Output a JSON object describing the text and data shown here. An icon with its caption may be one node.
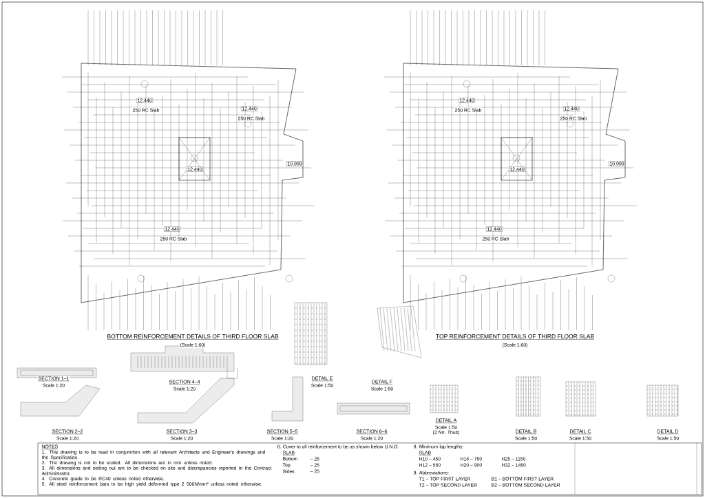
{
  "diagram": {
    "labels": [
      "12.440",
      "250 RC Slab",
      "12.440",
      "250 RC Slab",
      "12.440",
      "10.999",
      "12.440",
      "250 RC Slab",
      "12.440",
      "250 RC Slab",
      "12.440",
      "250 RC Slab",
      "12.440",
      "10.999",
      "12.440",
      "250 RC Slab",
      "BOTTOM REINFORCEMENT DETAILS OF THIRD FLOOR SLAB",
      "(Scale 1:60)",
      "TOP REINFORCEMENT DETAILS OF THIRD FLOOR SLAB",
      "(Scale 1:60)",
      "SECTION 1–1",
      "Scale 1:20",
      "SECTION 4–4",
      "Scale 1:20",
      "DETAIL E",
      "Scale 1:50",
      "DETAIL F",
      "Scale 1:50",
      "SECTION 2–2",
      "Scale 1:20",
      "SECTION 3–3",
      "Scale 1:20",
      "SECTION 5–5",
      "Scale 1:20",
      "SECTION 6–6",
      "Scale 1:20",
      "DETAIL A",
      "Scale 1:50",
      "(2 No. Thus)",
      "DETAIL B",
      "Scale 1:50",
      "DETAIL C",
      "Scale 1:50",
      "DETAIL D",
      "Scale 1:50",
      "NOTES",
      "1. This drawing is to be read in conjunction with all relevant Architects and Engineer's drawings and the Specification.",
      "2. The drawing is not to be scaled. All dimensions are in mm unless noted.",
      "3. All dimensions and setting out are to be checked on site and discrepancies reported to the Contract Administrator.",
      "4. Concrete grade to be RC40 unless noted otherwise.",
      "5. All steel reinforcement bars to be high yield deformed type 2 500N/mm² unless noted otherwise.",
      "6. Cover to all reinforcement to be as shown below U.N.O:",
      "SLAB",
      "Bottom",
      "– 25",
      "Top",
      "– 25",
      "Sides",
      "– 25",
      "8. Minimum lap lengths:",
      "SLAB",
      "H10 – 450",
      "H16 – 750",
      "H25 – 1150",
      "H12 – 550",
      "H20 – 900",
      "H32 – 1450",
      "9. Abbreviations:",
      "T1 – TOP FIRST LAYER",
      "B1 – BOTTOM FIRST LAYER",
      "T2 – TOP SECOND LAYER",
      "B2 – BOTTOM SECOND LAYER"
    ]
  }
}
